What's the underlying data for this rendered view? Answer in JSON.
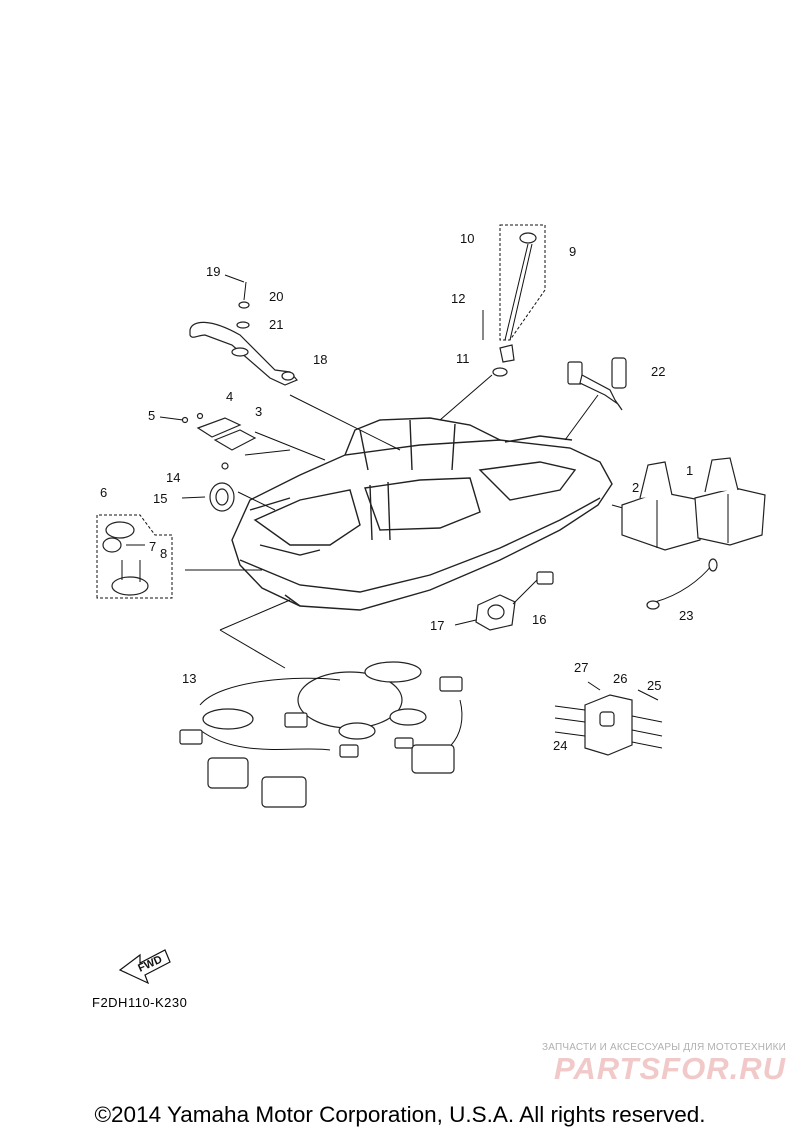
{
  "diagram": {
    "callouts": [
      "1",
      "2",
      "3",
      "4",
      "5",
      "6",
      "7",
      "8",
      "9",
      "10",
      "11",
      "12",
      "13",
      "14",
      "15",
      "16",
      "17",
      "18",
      "19",
      "20",
      "21",
      "22",
      "23",
      "24",
      "25",
      "26",
      "27"
    ],
    "fwd_label": "FWD",
    "drawing_code": "F2DH110-K230"
  },
  "watermark": {
    "tagline": "ЗАПЧАСТИ И АКСЕССУАРЫ ДЛЯ МОТОТЕХНИКИ",
    "brand": "PARTSFOR.RU",
    "color": "#f1c9c9"
  },
  "footer": {
    "copyright": "©2014 Yamaha Motor Corporation, U.S.A. All rights reserved."
  }
}
